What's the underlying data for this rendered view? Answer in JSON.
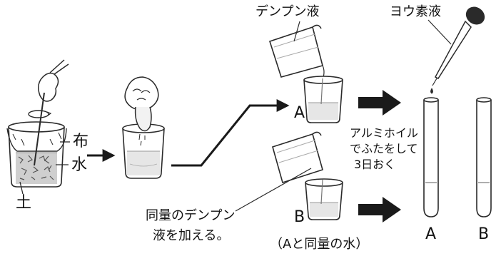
{
  "labels": {
    "cloth": "布",
    "water": "水",
    "soil": "土",
    "starch_solution": "デンプン液",
    "iodine_solution": "ヨウ素液",
    "beaker_a": "A",
    "beaker_b": "B",
    "same_amount_line1": "同量のデンプン",
    "same_amount_line2": "液を加える。",
    "same_amount_water": "（Aと同量の水）",
    "foil_note": [
      "アルミホイル",
      "でふたをして",
      "3日おく"
    ],
    "tube_a": "A",
    "tube_b": "B"
  },
  "colors": {
    "line": "#2a2a2a",
    "arrow": "#1a1a1a",
    "liquid": "#d9d9d9",
    "soil": "#6e6e6e"
  }
}
